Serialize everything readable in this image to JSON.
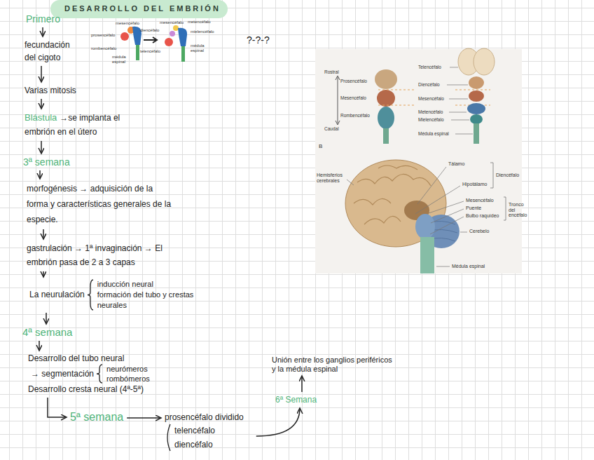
{
  "diagram": {
    "title": "DESARROLLO DEL EMBRIÓN",
    "nodes": [
      {
        "text": [
          "Primero"
        ]
      },
      {
        "text": [
          "fecundación del cigoto"
        ]
      },
      {
        "text": [
          "Varias mitosis"
        ]
      },
      {
        "text": [
          "Blástula",
          "→se implanta el embrión en el útero"
        ]
      },
      {
        "text": [
          "3ª semana"
        ]
      },
      {
        "text": [
          "morfogénesis → adquisición de la forma y características generales de la especie."
        ]
      },
      {
        "text": [
          "gastrulación → 1ª invaginación → El embrión pasa de 2 a 3 capas"
        ]
      },
      {
        "text": [
          "La neurulación",
          "inducción neural",
          "formación del tubo y crestas neurales"
        ]
      },
      {
        "text": [
          "4ª semana"
        ]
      },
      {
        "text": [
          "Desarrollo del tubo neural",
          "→ segmentación",
          "neurómeros",
          "rombómeros",
          "Desarrollo cresta neural (4ª-5ª)"
        ]
      },
      {
        "text": [
          "5ª semana"
        ]
      },
      {
        "text": [
          "prosencéfalo dividido",
          "telencéfalo",
          "diencéfalo"
        ]
      },
      {
        "text": [
          "6ª Semana"
        ]
      },
      {
        "text": [
          "Unión entre los ganglios periféricos y la médula espinal"
        ]
      }
    ],
    "edges": [
      {
        "from": 0,
        "to": 1,
        "arrow": "to"
      },
      {
        "from": 1,
        "to": 2,
        "arrow": "to"
      },
      {
        "from": 2,
        "to": 3,
        "arrow": "to"
      },
      {
        "from": 3,
        "to": 4,
        "arrow": "to"
      },
      {
        "from": 4,
        "to": 5,
        "arrow": "to"
      },
      {
        "from": 5,
        "to": 6,
        "arrow": "to"
      },
      {
        "from": 6,
        "to": 7,
        "arrow": "to"
      },
      {
        "from": 7,
        "to": 8,
        "arrow": "to"
      },
      {
        "from": 8,
        "to": 9,
        "arrow": "to"
      },
      {
        "from": 9,
        "to": 10,
        "arrow": "to"
      },
      {
        "from": 10,
        "to": 11,
        "arrow": "to"
      },
      {
        "from": 11,
        "to": 12,
        "arrow": "to"
      },
      {
        "from": 12,
        "to": 13,
        "arrow": "to"
      }
    ],
    "labels": [
      "?-?-?",
      "prosencéfalo",
      "mesencéfalo",
      "rombencéfalo",
      "médula espinal",
      "mesencéfalo",
      "metencéfalo",
      "diencéfalo",
      "telencéfalo",
      "mielencéfalo",
      "médula espinal",
      "Rostral",
      "Caudal",
      "Prosencéfalo",
      "Mesencéfalo",
      "Rombencéfalo",
      "Telencéfalo",
      "Diencéfalo",
      "Mesencéfalo",
      "Metencéfalo",
      "Mielencéfalo",
      "Médula espinal",
      "B",
      "Hemisferios cerebrales",
      "Tálamo",
      "Hipotálamo",
      "Diencéfalo",
      "Mesencéfalo",
      "Puente",
      "Bulbo raquídeo",
      "Tronco del encéfalo",
      "Cerebelo",
      "Médula espinal"
    ]
  }
}
